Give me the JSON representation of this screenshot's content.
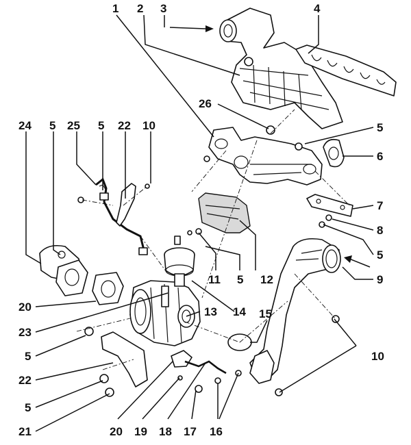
{
  "callouts": {
    "n1": "1",
    "n2": "2",
    "n3": "3",
    "n4": "4",
    "n26": "26",
    "n24": "24",
    "n5a": "5",
    "n25": "25",
    "n5b": "5",
    "n22a": "22",
    "n10a": "10",
    "n5c": "5",
    "n6": "6",
    "n7": "7",
    "n8": "8",
    "n5d": "5",
    "n9": "9",
    "n11": "11",
    "n5e": "5",
    "n12": "12",
    "n13": "13",
    "n14": "14",
    "n15": "15",
    "n20a": "20",
    "n23": "23",
    "n10b": "10",
    "n5f": "5",
    "n22b": "22",
    "n5g": "5",
    "n21": "21",
    "n20b": "20",
    "n19": "19",
    "n18": "18",
    "n17": "17",
    "n16": "16"
  }
}
